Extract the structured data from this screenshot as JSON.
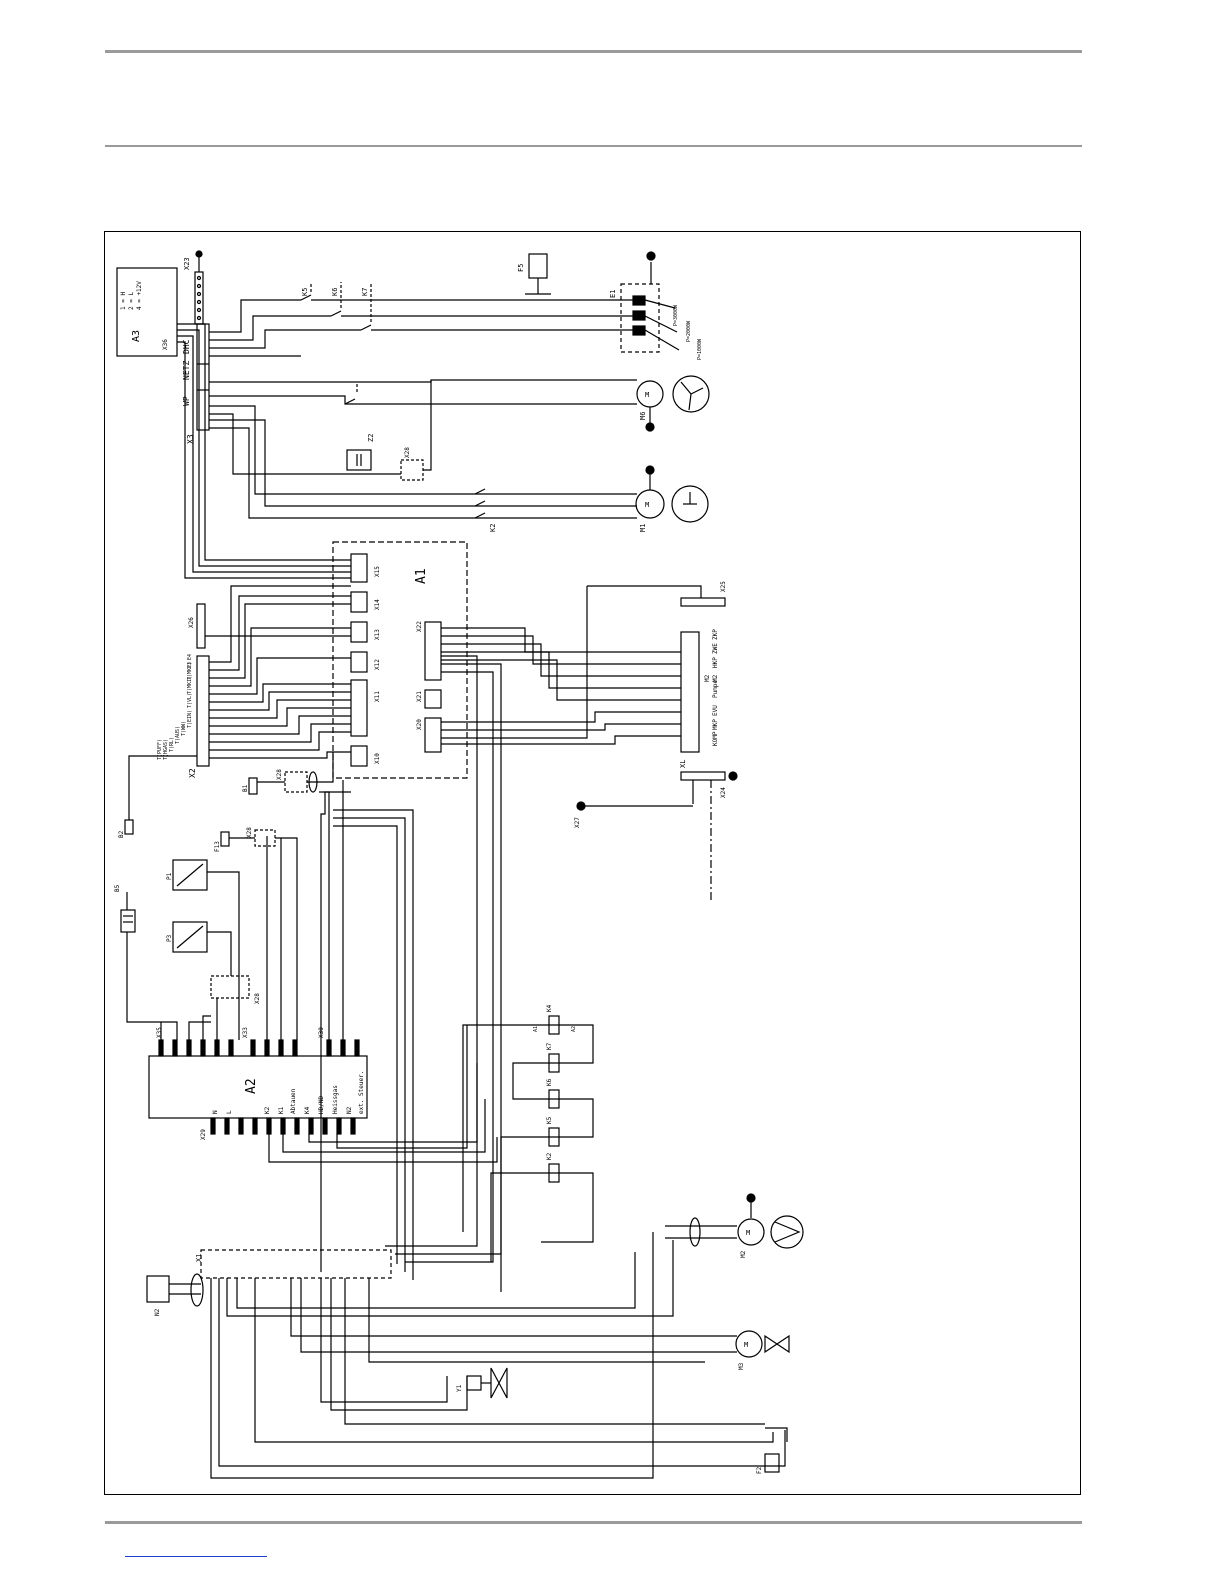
{
  "labels": {
    "x23": "X23",
    "x3": "X3",
    "wp": "WP",
    "netz": "NETZ",
    "dhc": "DHC",
    "k5": "K5",
    "k6": "K6",
    "k7": "K7",
    "f5": "F5",
    "e1": "E1",
    "e1_r1": "P=3000W",
    "e1_r2": "P=2000W",
    "e1_r3": "P=1000W",
    "m6": "M6",
    "z2": "Z2",
    "x28": "X28",
    "k2": "K2",
    "m1": "M1",
    "a3": "A3",
    "x36": "X36",
    "a3_l1": "1 = H",
    "a3_l2": "2 = L",
    "a3_l3": "4 = +12V",
    "a1": "A1",
    "x15": "X15",
    "x14": "X14",
    "x13": "X13",
    "x12": "X12",
    "x11": "X11",
    "x10": "X10",
    "x22": "X22",
    "x21": "X21",
    "x20": "X20",
    "x25": "X25",
    "x26": "X26",
    "x2": "X2",
    "b1": "B1",
    "b2": "B2",
    "b5": "B5",
    "f13": "F13",
    "p1": "P1",
    "p3": "P3",
    "xl": "XL",
    "x24": "X24",
    "x27": "X27",
    "xl_terms": [
      "KOMP",
      "MKP",
      "EVU",
      "Pumpe",
      "M2",
      "M2",
      "HKP",
      "ZWE",
      "ZKP"
    ],
    "x2_terms": [
      "T(PUFF)",
      "T(HGAS)",
      "T(RL)",
      "T(AUS)",
      "T(WW)",
      "T(EIN)",
      "T(VL)",
      "T(MK1)",
      "T(MK2)",
      "E3",
      "E4"
    ],
    "a2": "A2",
    "x35": "X35",
    "x33": "X33",
    "x30": "X30",
    "x29": "X29",
    "a2_terms": [
      "N",
      "L",
      "K2",
      "K1",
      "Abtauen",
      "K4",
      "HD/ND",
      "Heissgas",
      "N2",
      "ext. Steuer."
    ],
    "k4": "K4",
    "k7r": "K7",
    "k6r": "K6",
    "k5r": "K5",
    "k2r": "K2",
    "x1": "X1",
    "n2": "N2",
    "y1": "Y1",
    "m3": "M3",
    "m2": "M2",
    "f2": "F2",
    "a1c": "A1",
    "a2c": "A2"
  }
}
